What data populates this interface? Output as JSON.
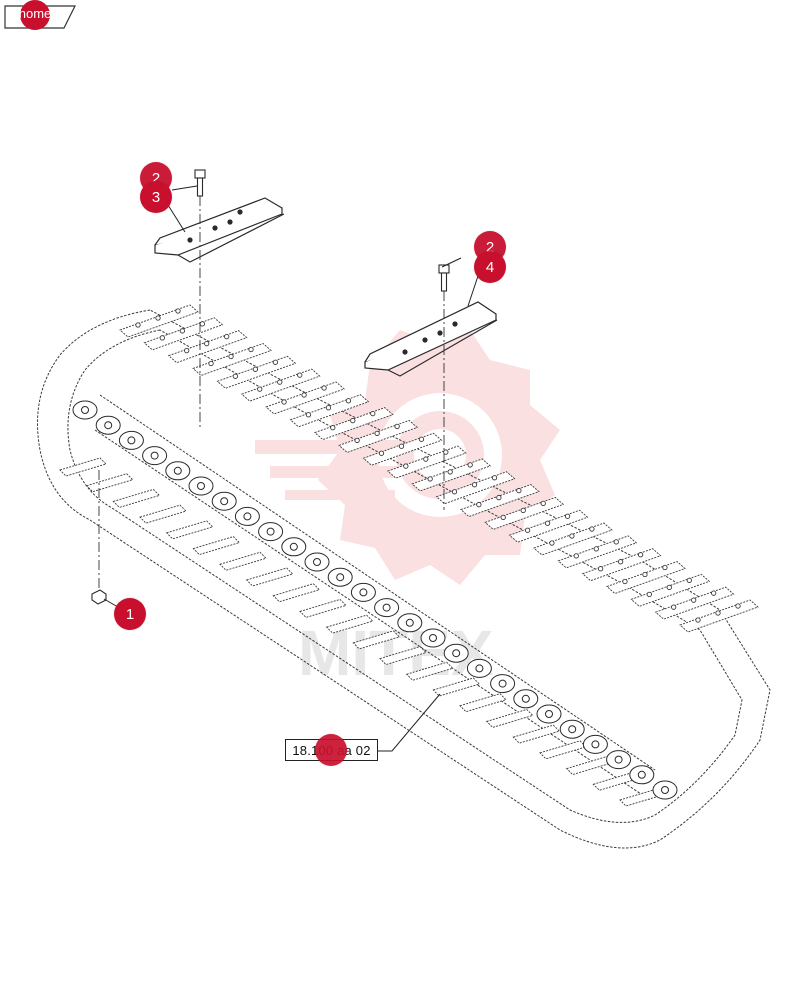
{
  "colors": {
    "hotspot": "#c8102e",
    "line": "#3a3a3a",
    "watermark": "#f3b4b4"
  },
  "home": {
    "label": "home"
  },
  "callouts": {
    "c1": "1",
    "c2a": "2",
    "c3": "3",
    "c2b": "2",
    "c4": "4"
  },
  "reference": {
    "label": "18.100 aa 02"
  },
  "watermark": {
    "text": "MITEX"
  }
}
